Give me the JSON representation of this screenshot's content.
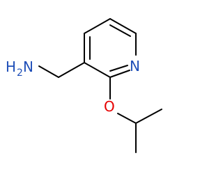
{
  "molecule": {
    "amine_label": "H",
    "amine_subscript": "2",
    "amine_n": "N",
    "ring_n": "N",
    "oxygen": "O"
  },
  "colors": {
    "bond": "#000000",
    "nitrogen": "#1f4fb8",
    "oxygen": "#e60000",
    "background": "#ffffff"
  }
}
